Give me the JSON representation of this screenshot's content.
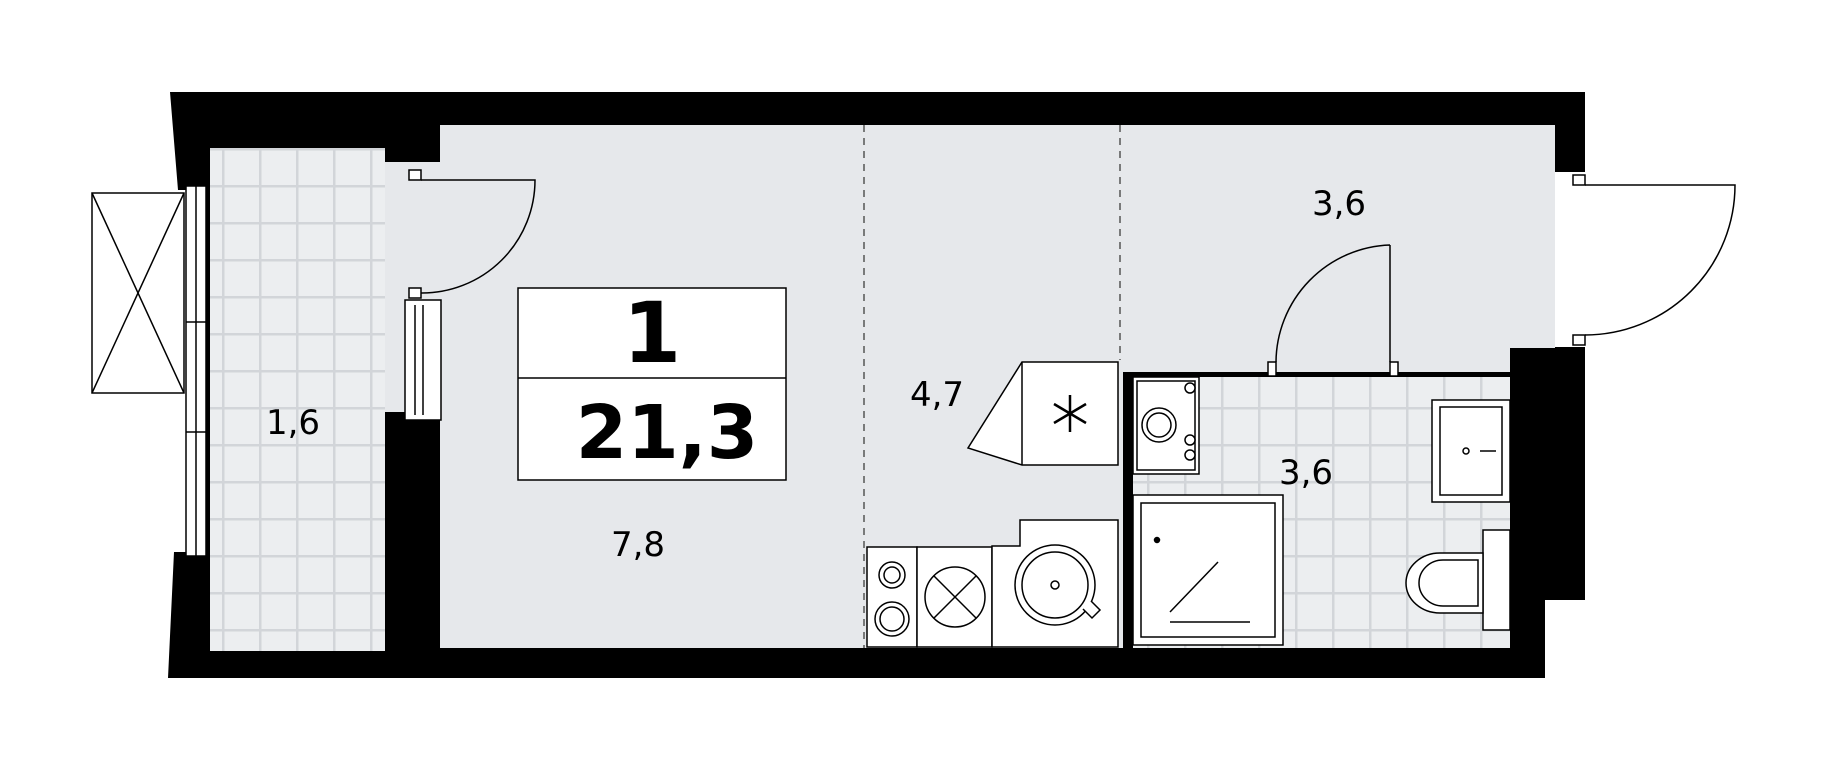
{
  "plan": {
    "room_count": "1",
    "total_area": "21,3",
    "rooms": {
      "balcony": "1,6",
      "living": "7,8",
      "kitchen": "4,7",
      "hall": "3,6",
      "bathroom": "3,6"
    }
  },
  "colors": {
    "wall": "#000000",
    "floor": "#e6e8eb",
    "tile_grid": "#d2d5d9",
    "background": "#ffffff"
  }
}
